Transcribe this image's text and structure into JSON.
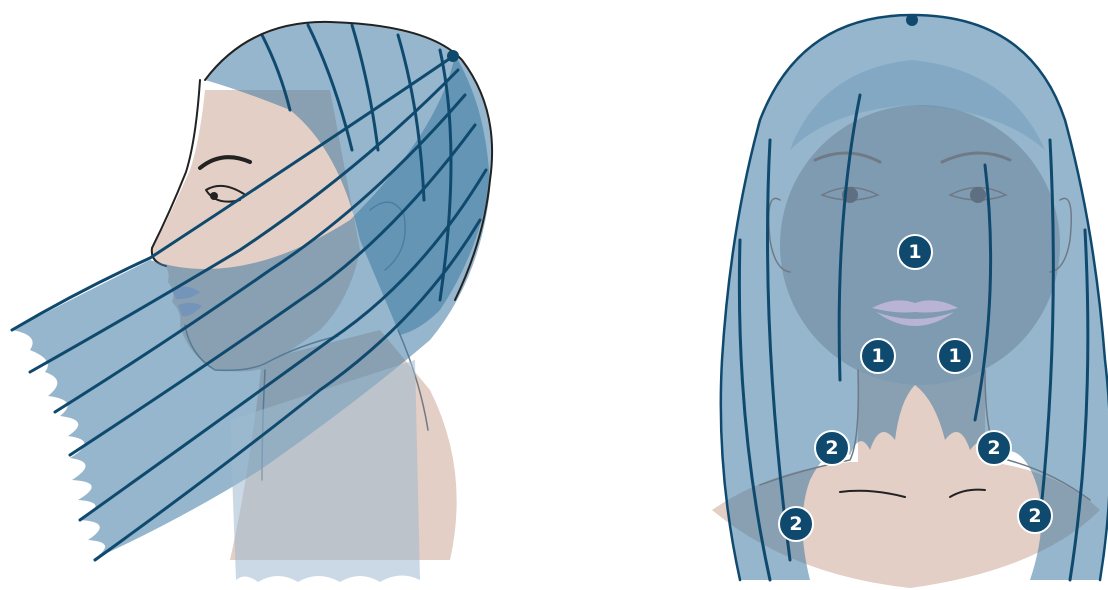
{
  "colors": {
    "hair": "#3e7aa3",
    "strand": "#0f4a6e",
    "skin": "#e3cfc5",
    "badge": "#0f4a6e",
    "lips": "#b9b4d6"
  },
  "icons": {
    "side_view": "head-profile-icon",
    "front_view": "head-front-icon"
  },
  "badges": [
    {
      "id": "nose",
      "label": "1"
    },
    {
      "id": "chin-left",
      "label": "1"
    },
    {
      "id": "chin-right",
      "label": "1"
    },
    {
      "id": "neck-left-upper",
      "label": "2"
    },
    {
      "id": "neck-right-upper",
      "label": "2"
    },
    {
      "id": "shoulder-left",
      "label": "2"
    },
    {
      "id": "shoulder-right",
      "label": "2"
    }
  ]
}
